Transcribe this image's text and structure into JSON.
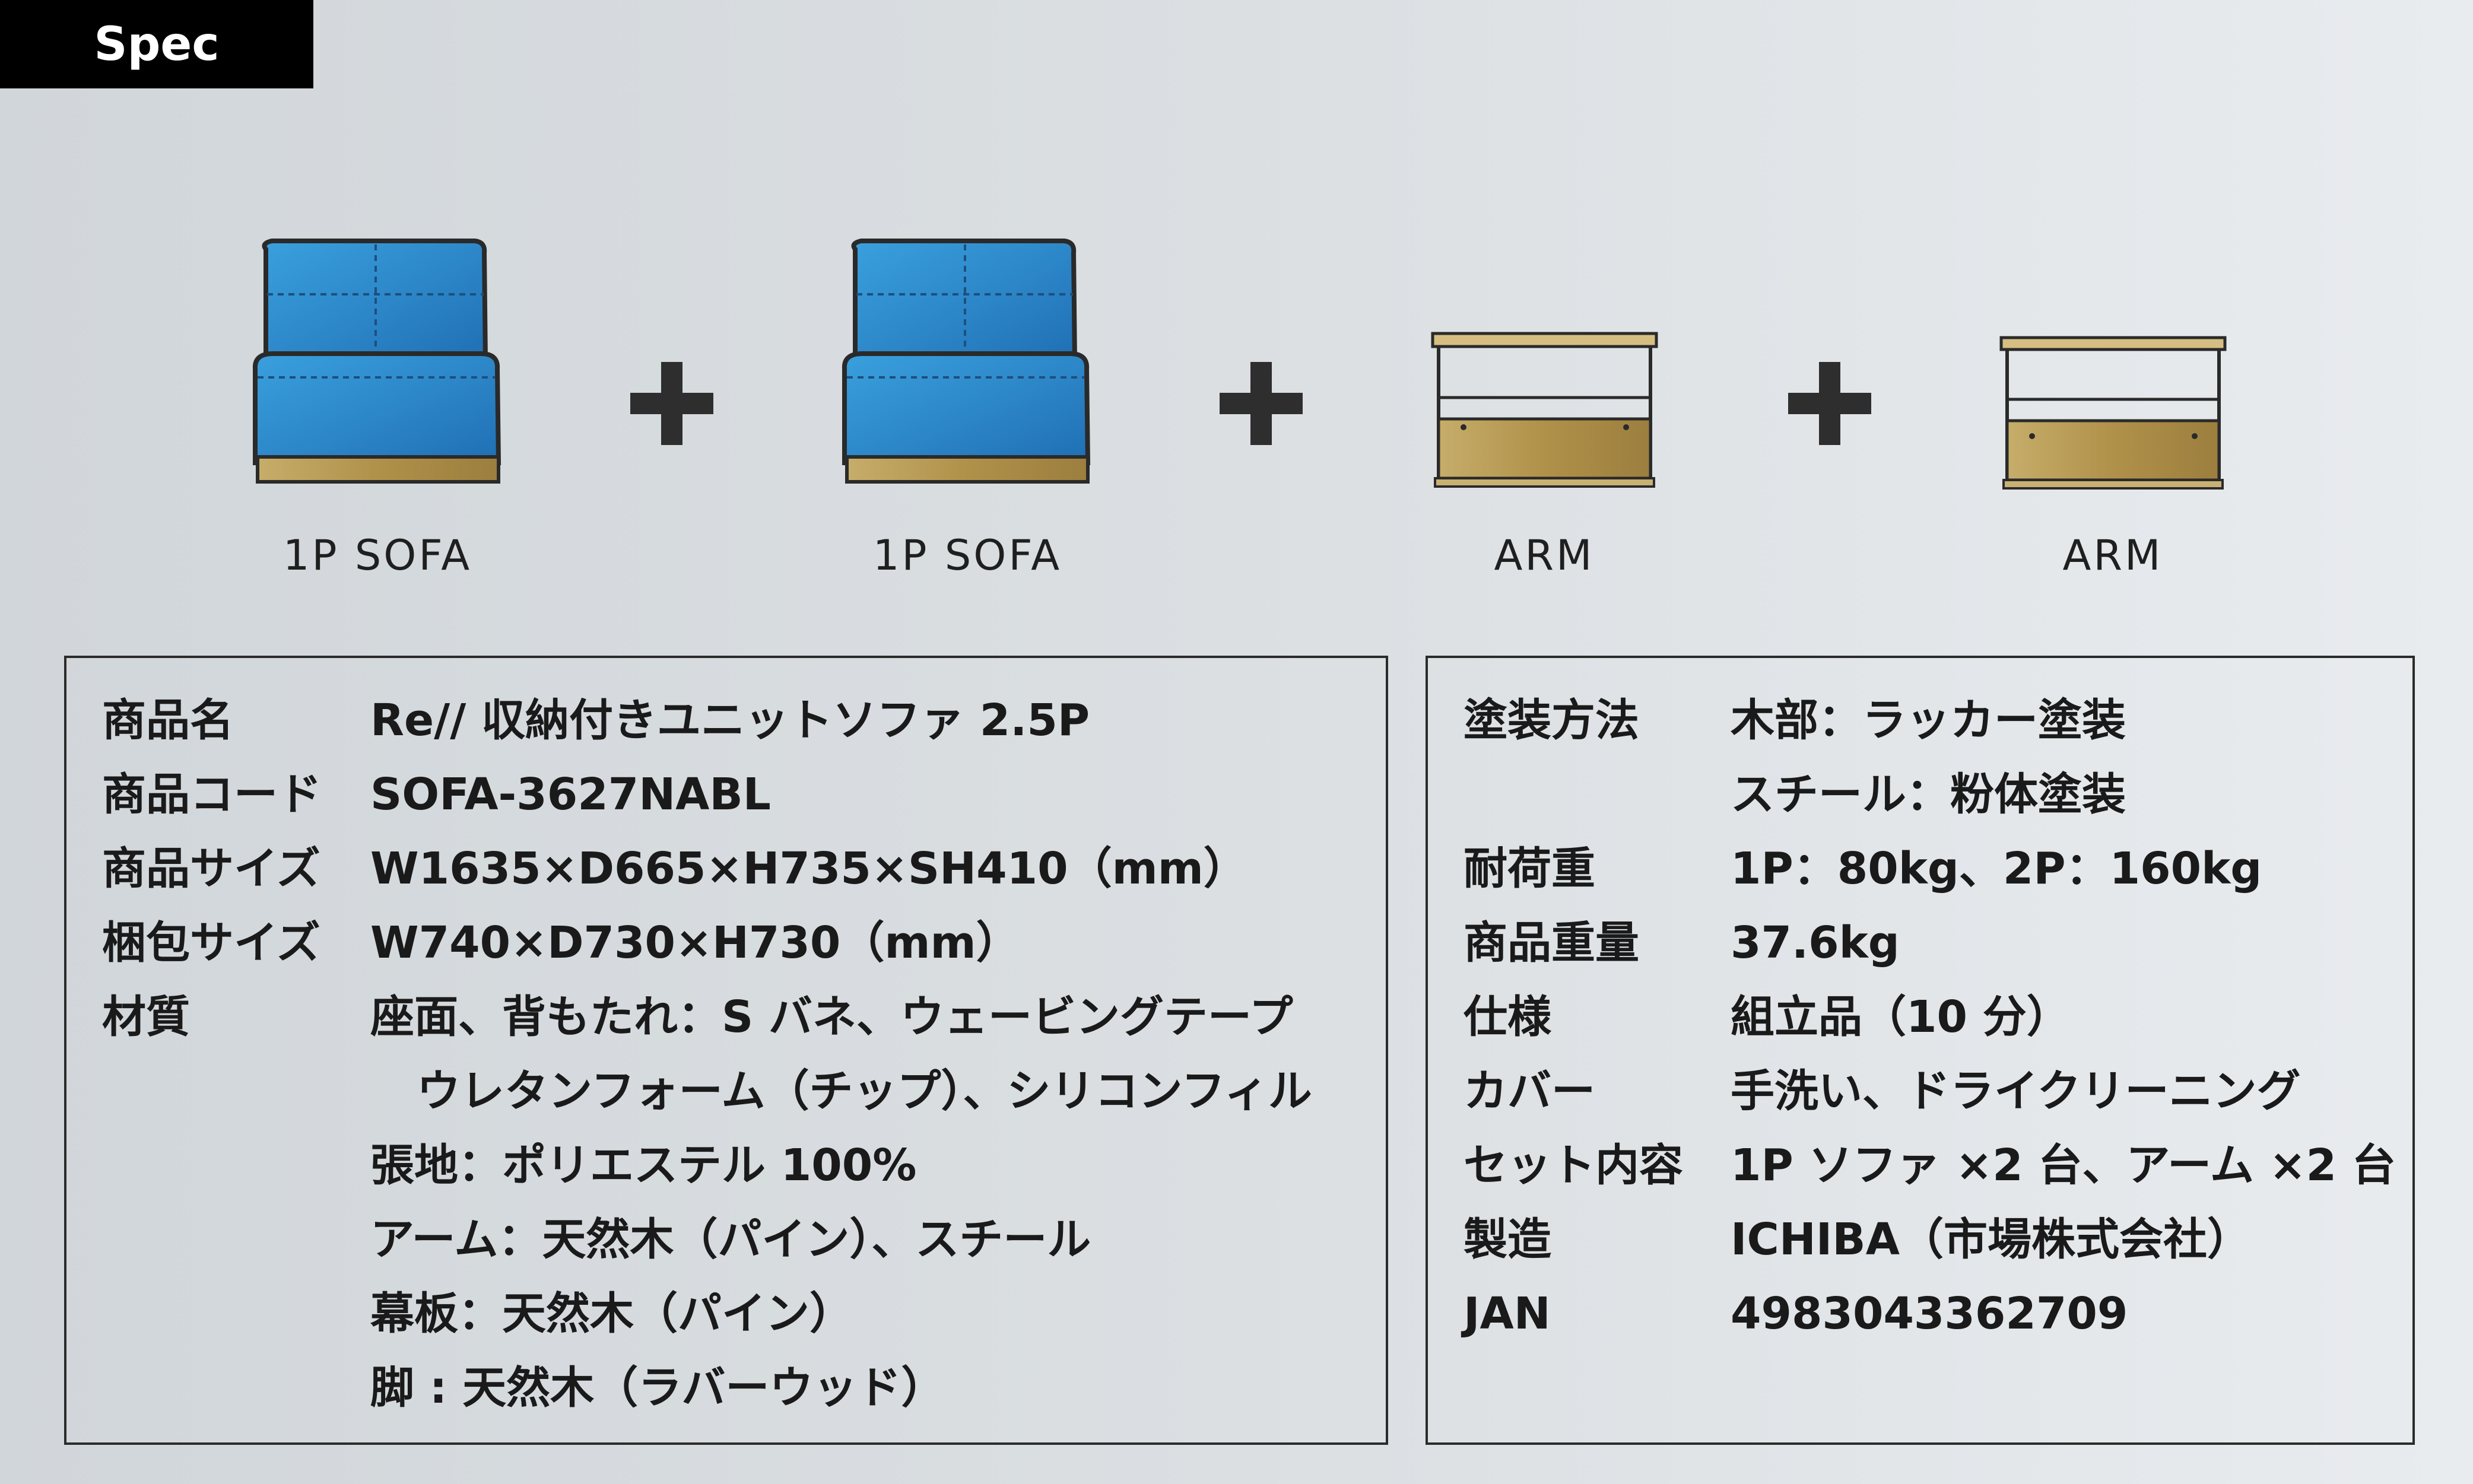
{
  "header": {
    "tab_label": "Spec"
  },
  "products": [
    {
      "label": "1P SOFA",
      "icon": "sofa-icon"
    },
    {
      "label": "1P SOFA",
      "icon": "sofa-icon"
    },
    {
      "label": "ARM",
      "icon": "arm-shelf-icon"
    },
    {
      "label": "ARM",
      "icon": "arm-shelf-icon"
    }
  ],
  "colors": {
    "sofa_blue": "#2f8fd0",
    "wood": "#b89a52",
    "outline": "#2a2a2a"
  },
  "spec_left": [
    {
      "label": "商品名",
      "value": "Re// 収納付きユニットソファ 2.5P"
    },
    {
      "label": "商品コード",
      "value": "SOFA-3627NABL"
    },
    {
      "label": "商品サイズ",
      "value": "W1635×D665×H735×SH410（mm）"
    },
    {
      "label": "梱包サイズ",
      "value": "W740×D730×H730（mm）"
    },
    {
      "label": "材質",
      "value": "座面、背もたれ：S バネ、ウェービングテープ"
    },
    {
      "label": "",
      "value": "ウレタンフォーム（チップ）、シリコンフィル"
    },
    {
      "label": "",
      "value": "張地：ポリエステル 100%"
    },
    {
      "label": "",
      "value": "アーム：天然木（パイン）、スチール"
    },
    {
      "label": "",
      "value": "幕板：天然木（パイン）"
    },
    {
      "label": "",
      "value": "脚 : 天然木（ラバーウッド）"
    }
  ],
  "spec_right": [
    {
      "label": "塗装方法",
      "value": "木部：ラッカー塗装"
    },
    {
      "label": "",
      "value": "スチール：粉体塗装"
    },
    {
      "label": "耐荷重",
      "value": "1P：80kg、2P：160kg"
    },
    {
      "label": "商品重量",
      "value": "37.6kg"
    },
    {
      "label": "仕様",
      "value": "組立品（10 分）"
    },
    {
      "label": "カバー",
      "value": "手洗い、ドライクリーニング"
    },
    {
      "label": "セット内容",
      "value": "1P ソファ ×2 台、アーム ×2 台"
    },
    {
      "label": "製造",
      "value": "ICHIBA（市場株式会社）"
    },
    {
      "label": "JAN",
      "value": "4983043362709"
    }
  ]
}
